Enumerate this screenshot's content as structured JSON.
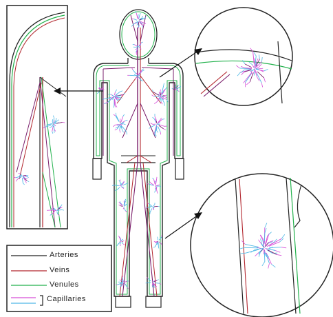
{
  "legend": {
    "items": [
      {
        "label": "Arteries",
        "color": "#222222"
      },
      {
        "label": "Veins",
        "color": "#b2262e"
      },
      {
        "label": "Venules",
        "color": "#22b14c"
      },
      {
        "label": "Capillaries",
        "color": "#d64fd8"
      }
    ],
    "capillary_secondary_color": "#4fb8e6"
  },
  "colors": {
    "outline": "#222222",
    "artery": "#7a1e6b",
    "vein": "#b2262e",
    "venule": "#22b14c",
    "capillary_a": "#d64fd8",
    "capillary_b": "#4fb8e6",
    "zoom_line": "#111111"
  }
}
